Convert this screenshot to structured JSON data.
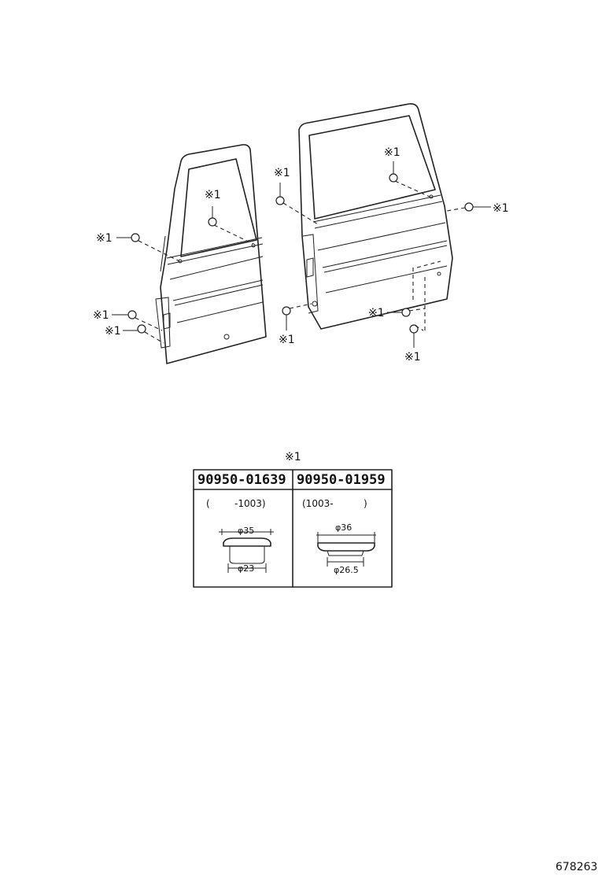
{
  "callout_label": "※1",
  "table": {
    "header": "※1",
    "columns": [
      {
        "part_number": "90950-01639",
        "range_open": "(",
        "range_value": "-1003)",
        "dim_outer": "φ35",
        "dim_inner": "φ23"
      },
      {
        "part_number": "90950-01959",
        "range_open": "(1003-",
        "range_value": ")",
        "dim_outer": "φ36",
        "dim_inner": "φ26.5"
      }
    ]
  },
  "footer_id": "678263"
}
